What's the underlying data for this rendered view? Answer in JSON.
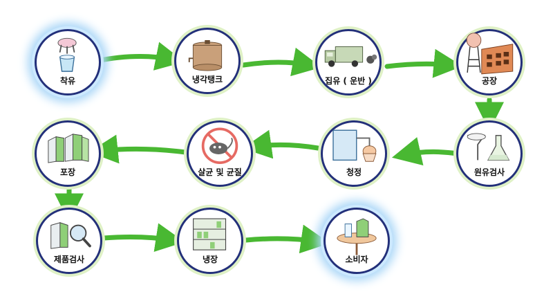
{
  "colors": {
    "arrow": "#49b832",
    "node_border": "#23307a",
    "node_halo": "#dff1c6",
    "highlight_glow": "#a9d6f7"
  },
  "steps": [
    {
      "label": "착유",
      "icon": "milking-icon"
    },
    {
      "label": "냉각탱크",
      "icon": "cooling-tank-icon"
    },
    {
      "label": "집유 ( 운반 )",
      "icon": "collection-truck-icon"
    },
    {
      "label": "공장",
      "icon": "factory-icon"
    },
    {
      "label": "원유검사",
      "icon": "lab-flask-icon"
    },
    {
      "label": "청정",
      "icon": "clarifier-icon"
    },
    {
      "label": "살균 및 균질",
      "icon": "no-bacteria-icon"
    },
    {
      "label": "포장",
      "icon": "milk-cartons-icon"
    },
    {
      "label": "제품검사",
      "icon": "magnifier-carton-icon"
    },
    {
      "label": "냉장",
      "icon": "fridge-icon"
    },
    {
      "label": "소비자",
      "icon": "consumer-table-icon"
    }
  ]
}
